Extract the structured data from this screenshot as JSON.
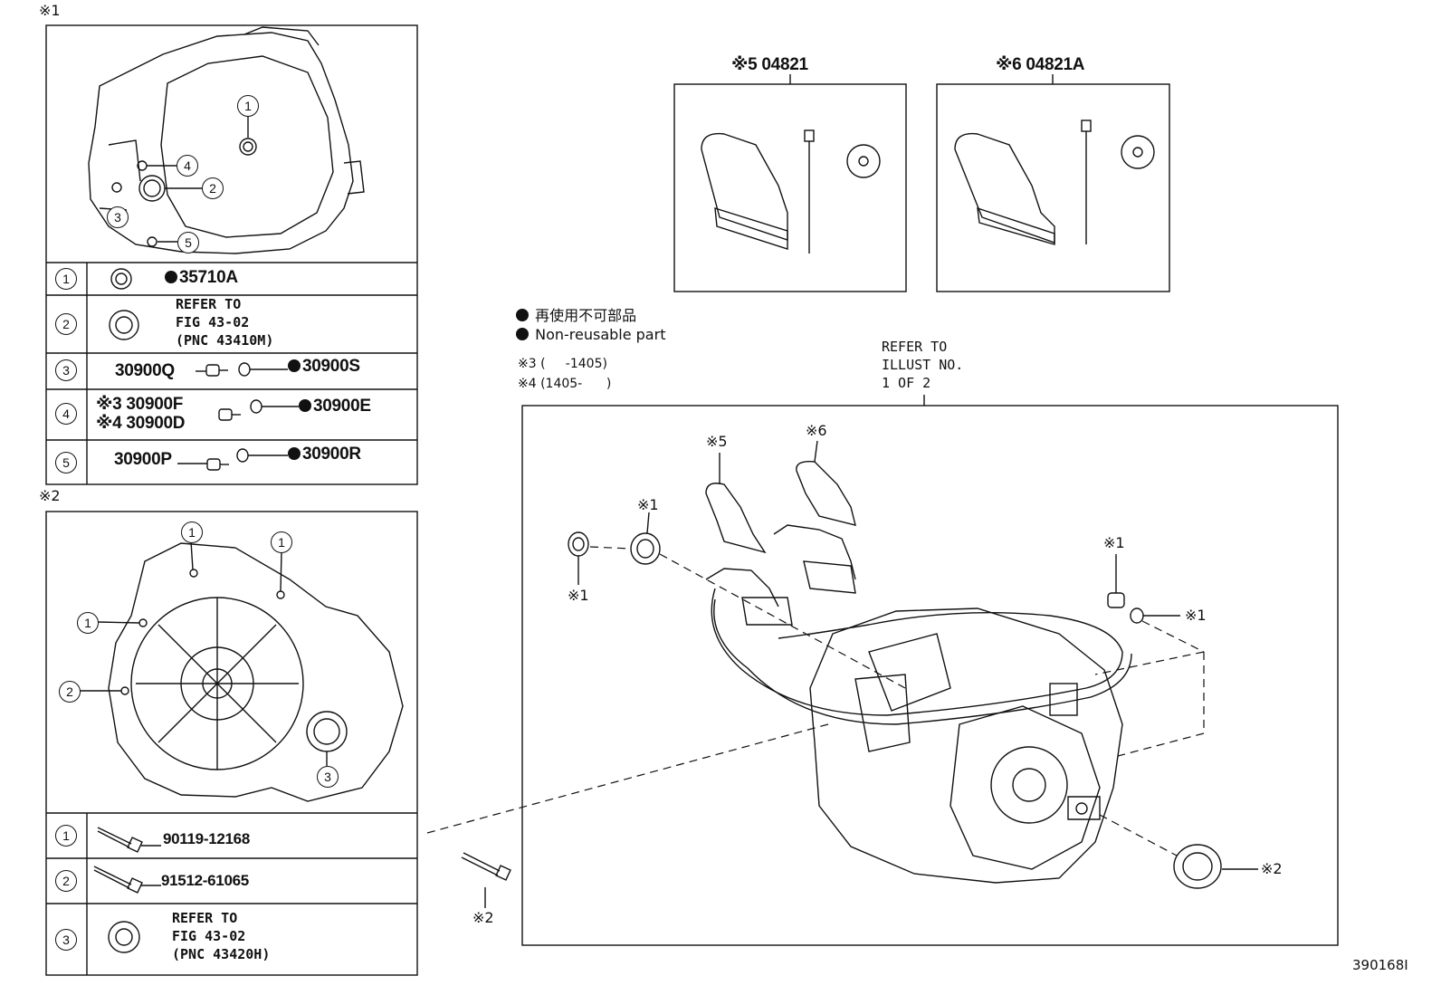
{
  "panel1": {
    "marker": "※1",
    "rows": [
      {
        "num": "1",
        "parts": [
          {
            "dot": true,
            "code": "35710A"
          }
        ]
      },
      {
        "num": "2",
        "refer": [
          "REFER TO",
          "FIG 43-02",
          "(PNC 43410M)"
        ]
      },
      {
        "num": "3",
        "left": "30900Q",
        "right": "30900S"
      },
      {
        "num": "4",
        "left_a": "※3 30900F",
        "left_b": "※4 30900D",
        "right": "30900E"
      },
      {
        "num": "5",
        "left": "30900P",
        "right": "30900R"
      }
    ],
    "callouts": [
      "1",
      "2",
      "3",
      "4",
      "5"
    ]
  },
  "panel2": {
    "marker": "※2",
    "rows": [
      {
        "num": "1",
        "code": "90119-12168"
      },
      {
        "num": "2",
        "code": "91512-61065"
      },
      {
        "num": "3",
        "refer": [
          "REFER TO",
          "FIG 43-02",
          "(PNC 43420H)"
        ]
      }
    ],
    "callouts": [
      "1",
      "1",
      "1",
      "2",
      "3"
    ]
  },
  "kit5": {
    "label": "※5 04821"
  },
  "kit6": {
    "label": "※6 04821A"
  },
  "legend": {
    "jp": "再使用不可部品",
    "en": "Non-reusable part",
    "note3": "※3 (     -1405)",
    "note4": "※4 (1405-      )"
  },
  "main": {
    "refer": [
      "REFER TO",
      "ILLUST NO.",
      "1 OF 2"
    ],
    "labels": {
      "s5": "※5",
      "s6": "※6",
      "s1_seal": "※1",
      "s1_seal_left": "※1",
      "s1_plug_top": "※1",
      "s1_plug_right": "※1",
      "s2_seal": "※2",
      "s2_bolt": "※2"
    }
  },
  "figure_id": "390168I"
}
